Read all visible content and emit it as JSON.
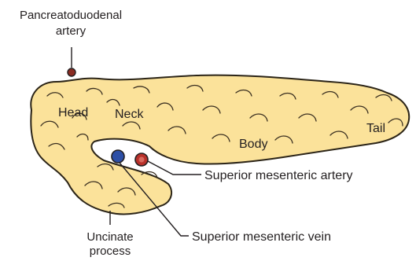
{
  "labels": {
    "pancreatoduodenal_line1": "Pancreatoduodenal",
    "pancreatoduodenal_line2": "artery",
    "head": "Head",
    "neck": "Neck",
    "body": "Body",
    "tail": "Tail",
    "superior_mesenteric_artery": "Superior mesenteric artery",
    "superior_mesenteric_vein": "Superior mesenteric vein",
    "uncinate_line1": "Uncinate",
    "uncinate_line2": "process"
  },
  "colors": {
    "pancreas_fill": "#fbe29a",
    "outline": "#2b2417",
    "artery_fill": "#b8312a",
    "vein_fill": "#2d4fa6",
    "pancreatoduodenal_artery_fill": "#8a2b22"
  }
}
